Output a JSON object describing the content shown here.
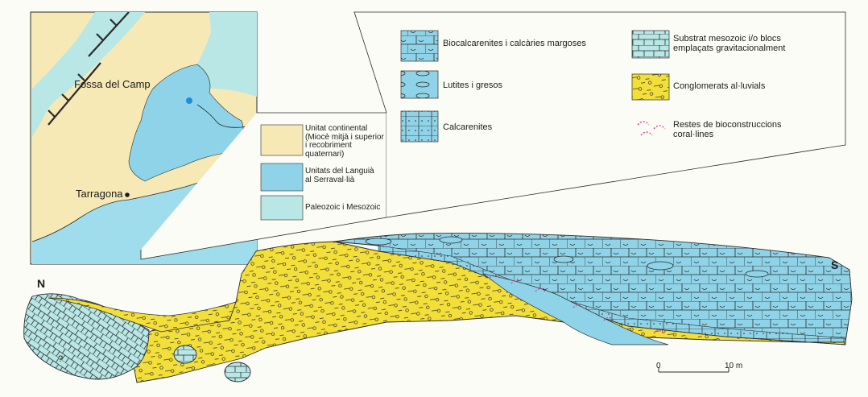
{
  "map": {
    "region_label": "Fossa del Camp",
    "city_label": "Tarragona"
  },
  "map_legend": [
    {
      "label": "Unitat continental\n(Miocè mitjà i superior\ni recobriment\nquaternari)",
      "color": "#f6e9b5"
    },
    {
      "label": "Unitats del Languià\nal Serraval·lià",
      "color": "#8fd3e8"
    },
    {
      "label": "Paleozoic i Mesozoic",
      "color": "#b8e7e6"
    }
  ],
  "section_legend": [
    {
      "label": "Biocalcarenites i calcàries margoses",
      "pattern": "biocalcarenite"
    },
    {
      "label": "Lutites i gresos",
      "pattern": "lutite"
    },
    {
      "label": "Calcarenites",
      "pattern": "calcarenite"
    },
    {
      "label": "Substrat mesozoic i/o blocs\nemplaçats gravitacionalment",
      "pattern": "substrate"
    },
    {
      "label": "Conglomerats al·luvials",
      "pattern": "conglomerate"
    },
    {
      "label": "Restes de bioconstruccions\ncoral·lines",
      "pattern": "coral"
    }
  ],
  "section": {
    "north_label": "N",
    "south_label": "S",
    "unknown_label": "?",
    "scale_start": "0",
    "scale_end": "10 m"
  },
  "colors": {
    "sea": "#9fdcec",
    "continental": "#f6e9b5",
    "languian": "#8fd3e8",
    "paleozoic": "#b8e7e6",
    "conglomerate": "#f3df3a",
    "outline": "#2a2a2a",
    "coral": "#d0459a"
  }
}
